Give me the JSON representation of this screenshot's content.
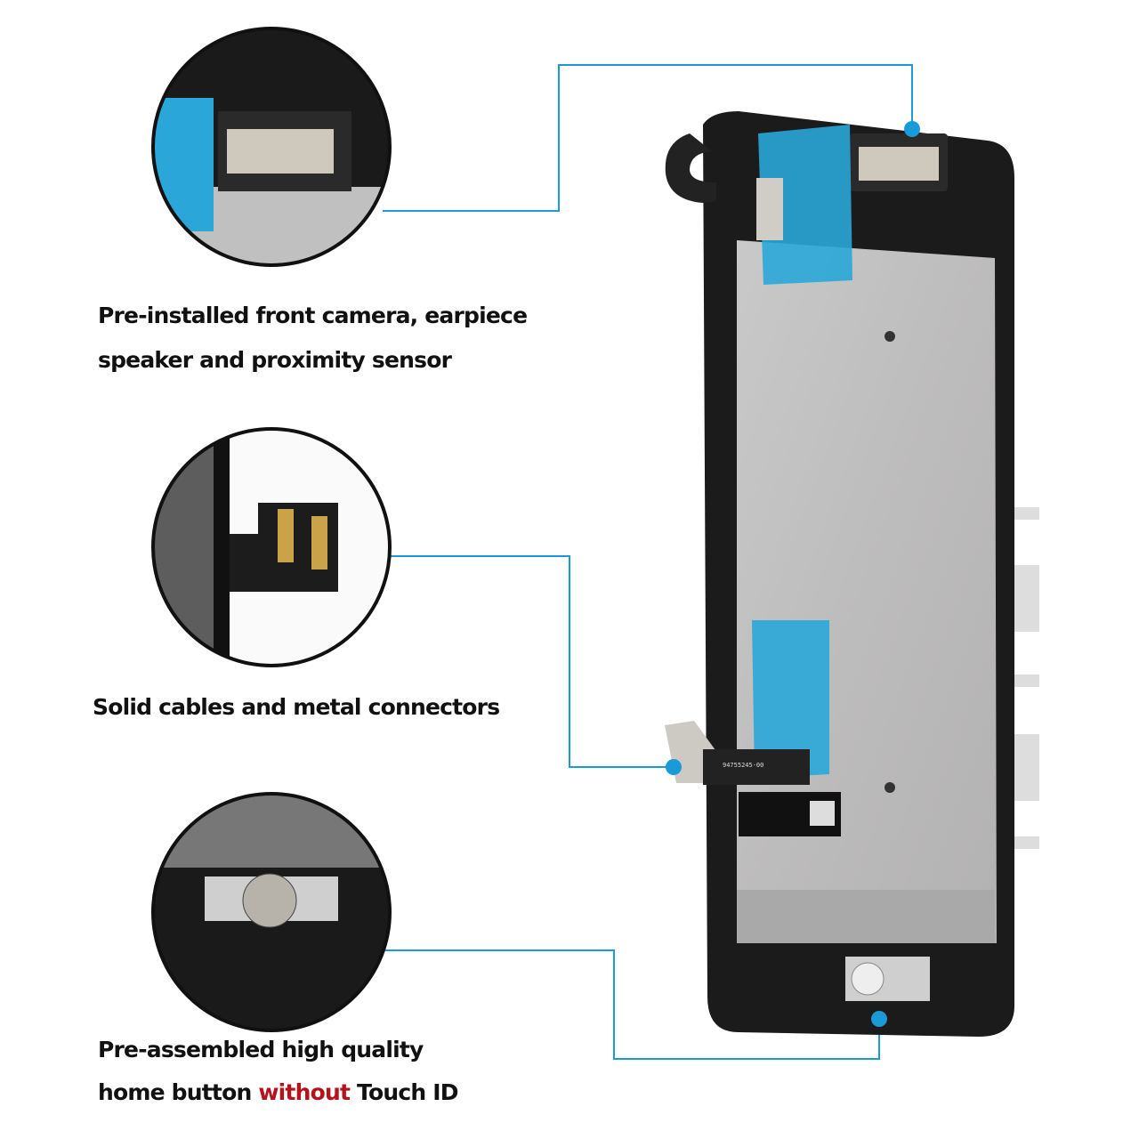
{
  "features": [
    {
      "line1": "Pre-installed front camera, earpiece",
      "line2": "speaker and proximity sensor"
    },
    {
      "line1": "Solid cables and  metal connectors"
    },
    {
      "line1": "Pre-assembled high quality",
      "line2_pre": "home button ",
      "line2_highlight": "without",
      "line2_post": " Touch ID"
    }
  ],
  "part_label": "94755245-00",
  "colors": {
    "callout_line": "#1a9bd7",
    "highlight": "#b5121b",
    "tape": "#2aa7d8"
  }
}
